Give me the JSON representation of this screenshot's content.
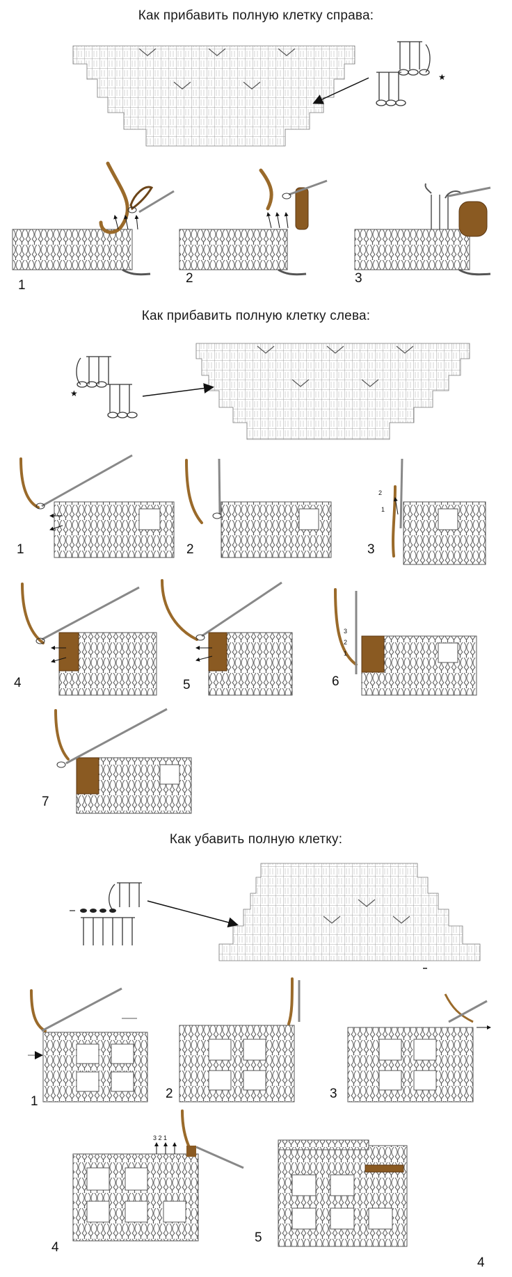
{
  "sections": [
    {
      "title": "Как прибавить полную клетку справа:",
      "steps": [
        "1",
        "2",
        "3"
      ]
    },
    {
      "title": "Как прибавить полную клетку слева:",
      "steps": [
        "1",
        "2",
        "3",
        "4",
        "5",
        "6",
        "7"
      ]
    },
    {
      "title": "Как убавить полную клетку:",
      "steps": [
        "1",
        "2",
        "3",
        "4",
        "5"
      ]
    }
  ],
  "page_number": "4",
  "colors": {
    "yarn": "#9a6a2a",
    "yarn_dark": "#6b4418",
    "fabric_line": "#555555",
    "hook": "#888888",
    "chart_line": "#777777",
    "arrow": "#111111"
  },
  "icons": [
    "star-marker-icon",
    "arrow-icon",
    "crochet-hook-icon"
  ]
}
